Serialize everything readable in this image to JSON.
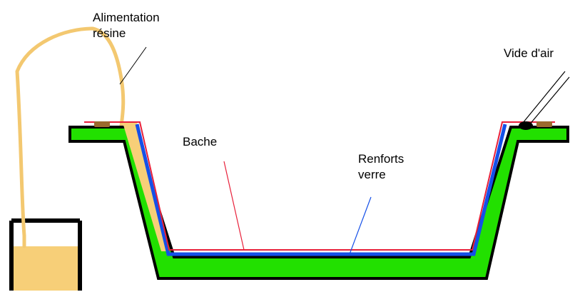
{
  "labels": {
    "resin_feed": [
      "Alimentation",
      "résine"
    ],
    "air_vacuum": "Vide d'air",
    "tarp": "Bache",
    "glass_reinforcement": [
      "Renforts",
      "verre"
    ]
  },
  "colors": {
    "mold": "#22e000",
    "outline": "#000000",
    "glass_layer": "#1550e8",
    "tarp_line": "#e8203a",
    "resin": "#f7cf78",
    "resin_tube": "#f3c870",
    "seal": "#9c6a2e",
    "background": "#ffffff"
  }
}
